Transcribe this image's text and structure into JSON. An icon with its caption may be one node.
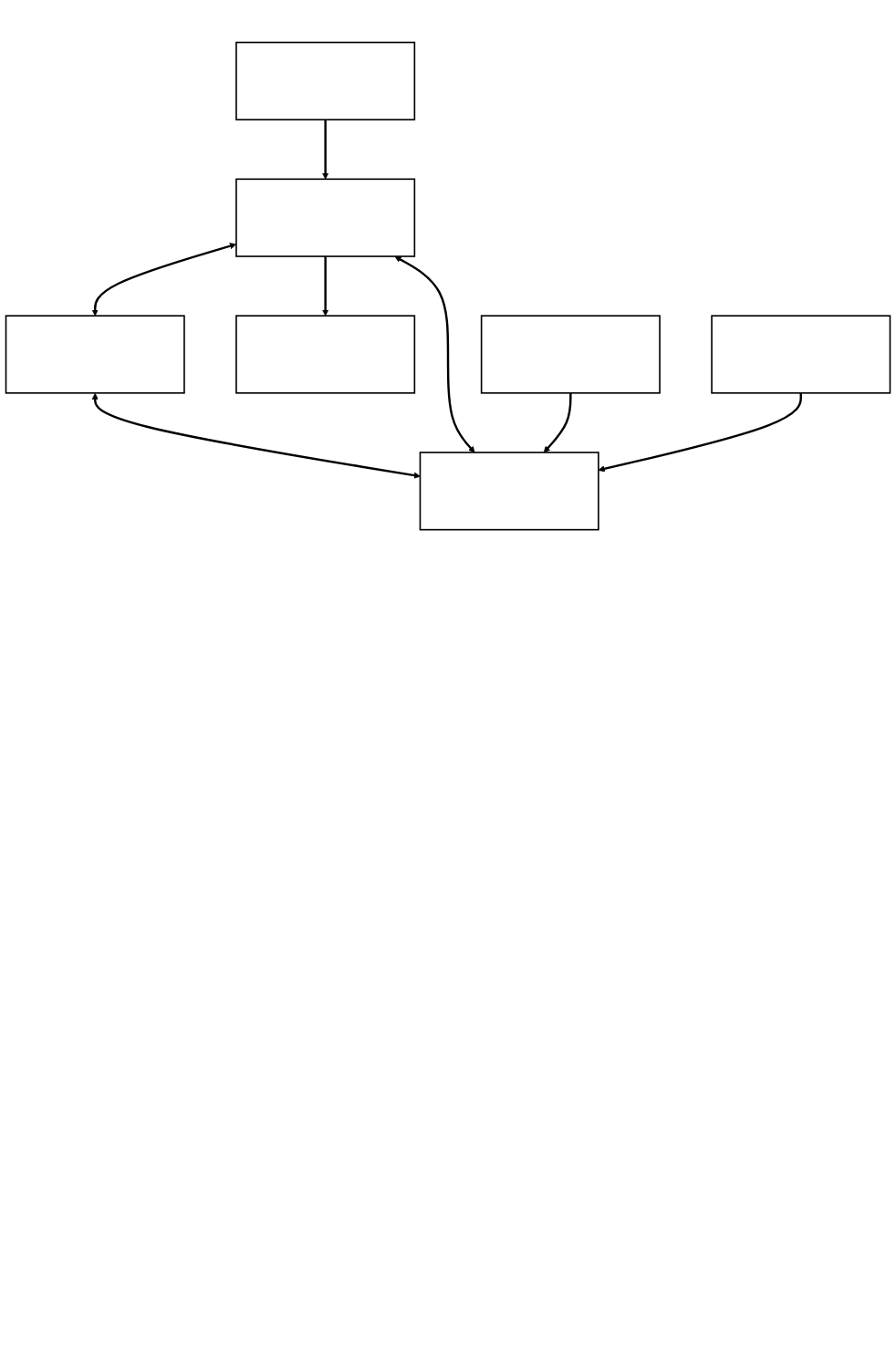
{
  "diagram": {
    "nodes": [
      {
        "text": [],
        "shape": "box"
      },
      {
        "text": [],
        "shape": "box"
      },
      {
        "text": [],
        "shape": "box"
      },
      {
        "text": [],
        "shape": "box"
      },
      {
        "text": [],
        "shape": "box"
      },
      {
        "text": [],
        "shape": "box"
      },
      {
        "text": [],
        "shape": "box"
      }
    ],
    "edges": [
      {
        "from": 0,
        "to": 1,
        "arrow": "to"
      },
      {
        "from": 1,
        "to": 3,
        "arrow": "to"
      },
      {
        "from": 1,
        "to": 2,
        "arrow": "both"
      },
      {
        "from": 2,
        "to": 5,
        "arrow": "both"
      },
      {
        "from": 1,
        "to": 5,
        "arrow": "both"
      },
      {
        "from": 4,
        "to": 5,
        "arrow": "to"
      },
      {
        "from": 6,
        "to": 5,
        "arrow": "to"
      }
    ]
  }
}
